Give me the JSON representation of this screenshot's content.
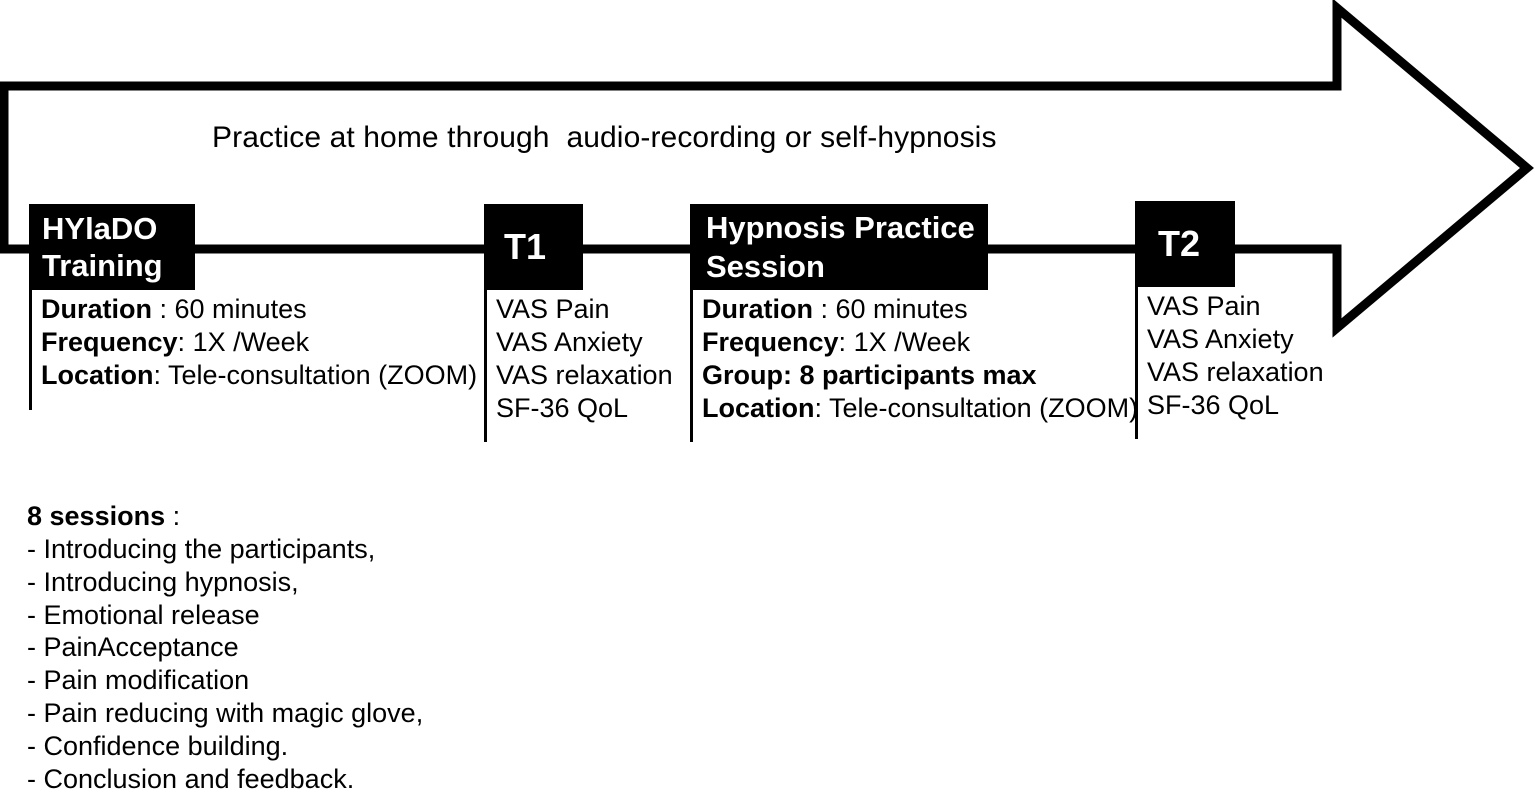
{
  "figure": {
    "title": "HYlaDO hypnosis intervention timeline",
    "accent_color": "#000000",
    "background_color": "#ffffff"
  },
  "arrow": {
    "name": "practice-arrow",
    "caption": "Practice at home through  audio-recording or self-hypnosis"
  },
  "timeline": {
    "milestones": [
      {
        "id": "hylado-training",
        "header": "HYlaDO\nTraining",
        "details": [
          {
            "label": "Duration",
            "sep": " : ",
            "value": "60 minutes"
          },
          {
            "label": "Frequency",
            "sep": ": ",
            "value": "1X /Week"
          },
          {
            "label": "Location",
            "sep": ": ",
            "value": "Tele-consultation (ZOOM)"
          }
        ]
      },
      {
        "id": "t1",
        "header": "T1",
        "details": [
          {
            "label": "",
            "sep": "",
            "value": "VAS Pain"
          },
          {
            "label": "",
            "sep": "",
            "value": "VAS Anxiety"
          },
          {
            "label": "",
            "sep": "",
            "value": "VAS relaxation"
          },
          {
            "label": "",
            "sep": "",
            "value": "SF-36 QoL"
          }
        ]
      },
      {
        "id": "hypnosis-practice-session",
        "header": "Hypnosis Practice\nSession",
        "details": [
          {
            "label": "Duration",
            "sep": " : ",
            "value": "60 minutes"
          },
          {
            "label": "Frequency",
            "sep": ": ",
            "value": "1X /Week"
          },
          {
            "label": "Group: 8 participants max",
            "sep": "",
            "value": ""
          },
          {
            "label": "Location",
            "sep": ": ",
            "value": "Tele-consultation (ZOOM)"
          }
        ]
      },
      {
        "id": "t2",
        "header": "T2",
        "details": [
          {
            "label": "",
            "sep": "",
            "value": "VAS Pain"
          },
          {
            "label": "",
            "sep": "",
            "value": "VAS Anxiety"
          },
          {
            "label": "",
            "sep": "",
            "value": "VAS relaxation"
          },
          {
            "label": "",
            "sep": "",
            "value": "SF-36 QoL"
          }
        ]
      }
    ]
  },
  "sessions": {
    "title_bold": "8 sessions",
    "title_rest": " :",
    "items": [
      "- Introducing the participants,",
      "- Introducing hypnosis,",
      "- Emotional release",
      "- PainAcceptance",
      "- Pain modification",
      "- Pain reducing with magic glove,",
      "- Confidence building.",
      "- Conclusion and feedback."
    ]
  }
}
